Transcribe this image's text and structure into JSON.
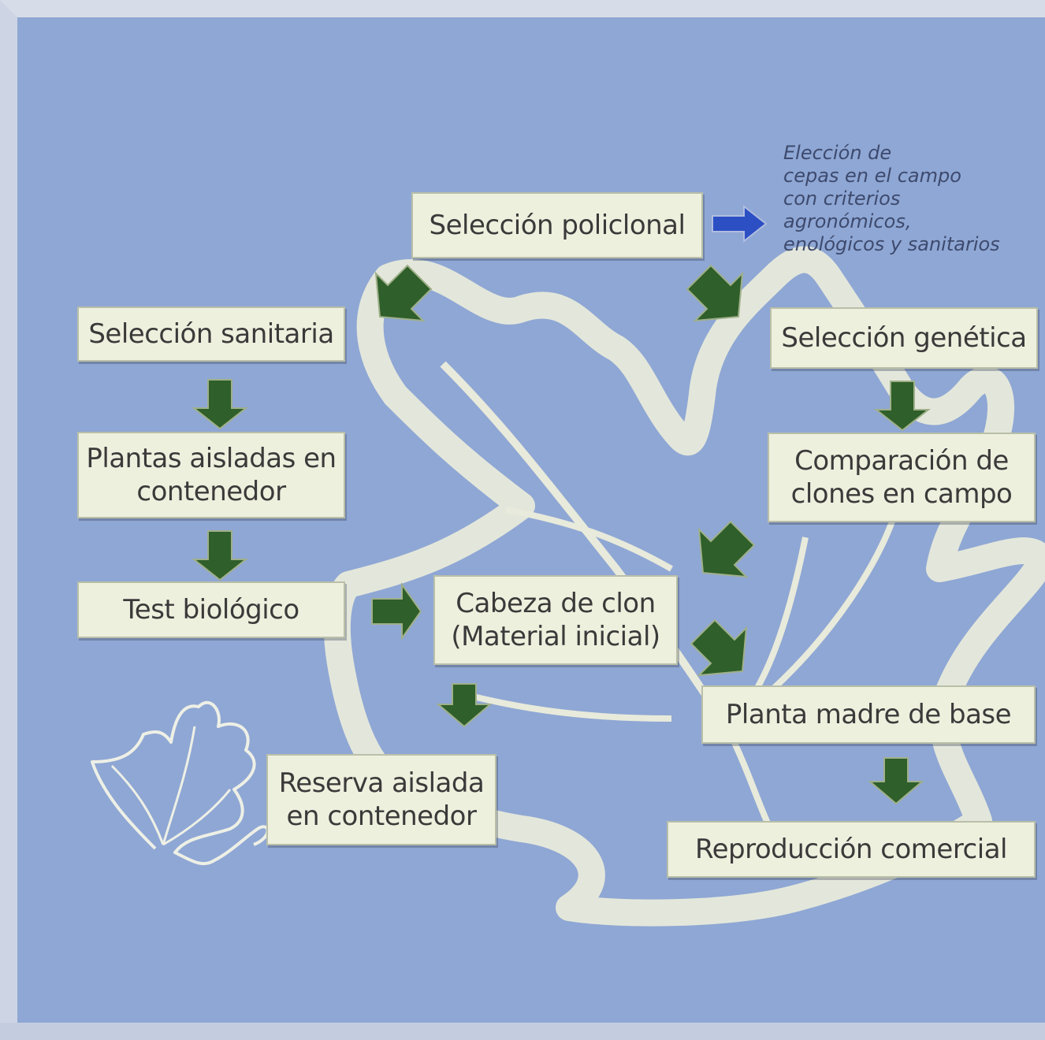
{
  "nodes": {
    "seleccion_policlonal": "Selección policlonal",
    "seleccion_sanitaria": "Selección sanitaria",
    "seleccion_genetica": "Selección genética",
    "plantas_aisladas": "Plantas aisladas en\ncontenedor",
    "comparacion_clones": "Comparación de\nclones en campo",
    "test_biologico": "Test biológico",
    "cabeza_clon": "Cabeza de clon\n(Material inicial)",
    "planta_madre": "Planta madre de base",
    "reserva_aislada": "Reserva aislada\nen contenedor",
    "reproduccion": "Reproducción comercial"
  },
  "note": "Elección de\ncepas en el campo\ncon criterios\nagronómicos,\nenológicos y sanitarios",
  "colors": {
    "background": "#8fa7d4",
    "box_fill": "#eef0de",
    "arrow_green": "#2f5f2a",
    "arrow_blue": "#2c4fc4",
    "leaf": "#e8eadb"
  }
}
